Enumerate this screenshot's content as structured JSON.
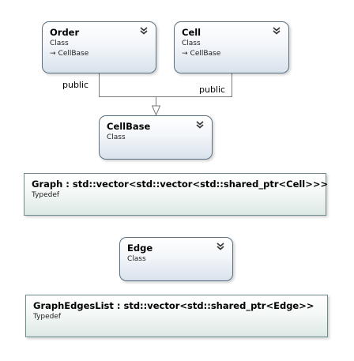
{
  "shapes": {
    "order": {
      "name": "Order",
      "kind": "Class",
      "base": "CellBase"
    },
    "cell": {
      "name": "Cell",
      "kind": "Class",
      "base": "CellBase"
    },
    "cellbase": {
      "name": "CellBase",
      "kind": "Class"
    },
    "graph": {
      "name": "Graph : std::vector<std::vector<std::shared_ptr<Cell>>>",
      "kind": "Typedef"
    },
    "edge": {
      "name": "Edge",
      "kind": "Class"
    },
    "gel": {
      "name": "GraphEdgesList : std::vector<std::shared_ptr<Edge>>",
      "kind": "Typedef"
    }
  },
  "connector_labels": {
    "order_to_cellbase": "public",
    "cell_to_cellbase": "public"
  },
  "icons": {
    "collapse": "double-chevron-down-icon",
    "inheritance": "inheritance-arrow-icon"
  },
  "colors": {
    "border": "#5a6f80",
    "connector": "#7a7a7a"
  }
}
